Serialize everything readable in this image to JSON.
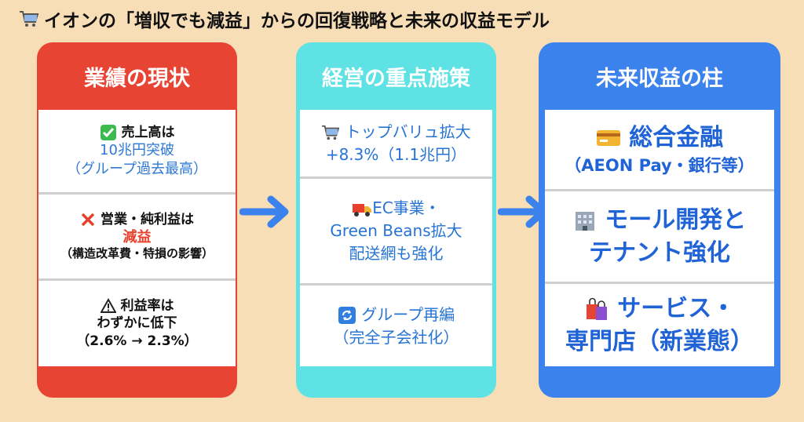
{
  "title": "イオンの「増収でも減益」からの回復戦略と未来の収益モデル",
  "columns": {
    "current": {
      "header": "業績の現状",
      "items": [
        {
          "line1": "売上高は",
          "line2": "10兆円突破",
          "line3": "（グループ過去最高）"
        },
        {
          "line1": "営業・純利益は",
          "line2": "減益",
          "line3": "（構造改革費・特損の影響）"
        },
        {
          "line1": "利益率は",
          "line2": "わずかに低下",
          "line3": "（2.6% → 2.3%）"
        }
      ]
    },
    "measures": {
      "header": "経営の重点施策",
      "items": [
        {
          "line1": "トップバリュ拡大",
          "line2": "+8.3%（1.1兆円）"
        },
        {
          "line1": "EC事業・",
          "line2": "Green Beans拡大",
          "line3": "配送網も強化"
        },
        {
          "line1": "グループ再編",
          "line2": "（完全子会社化）"
        }
      ]
    },
    "future": {
      "header": "未来収益の柱",
      "items": [
        {
          "line1": "総合金融",
          "line2": "（AEON Pay・銀行等）"
        },
        {
          "line1": "モール開発と",
          "line2": "テナント強化"
        },
        {
          "line1": "サービス・",
          "line2": "専門店（新業態）"
        }
      ]
    }
  },
  "icons": {
    "title": "shopping-cart-icon",
    "current": [
      "check-icon",
      "cross-icon",
      "warning-icon"
    ],
    "measures": [
      "shopping-cart-icon",
      "delivery-truck-icon",
      "refresh-icon"
    ],
    "future": [
      "credit-card-icon",
      "building-icon",
      "shopping-bags-icon"
    ]
  },
  "colors": {
    "background": "#f7deb6",
    "red": "#e84434",
    "cyan": "#5ee2e4",
    "blue": "#3b82ec",
    "arrow": "#3b82ec"
  }
}
